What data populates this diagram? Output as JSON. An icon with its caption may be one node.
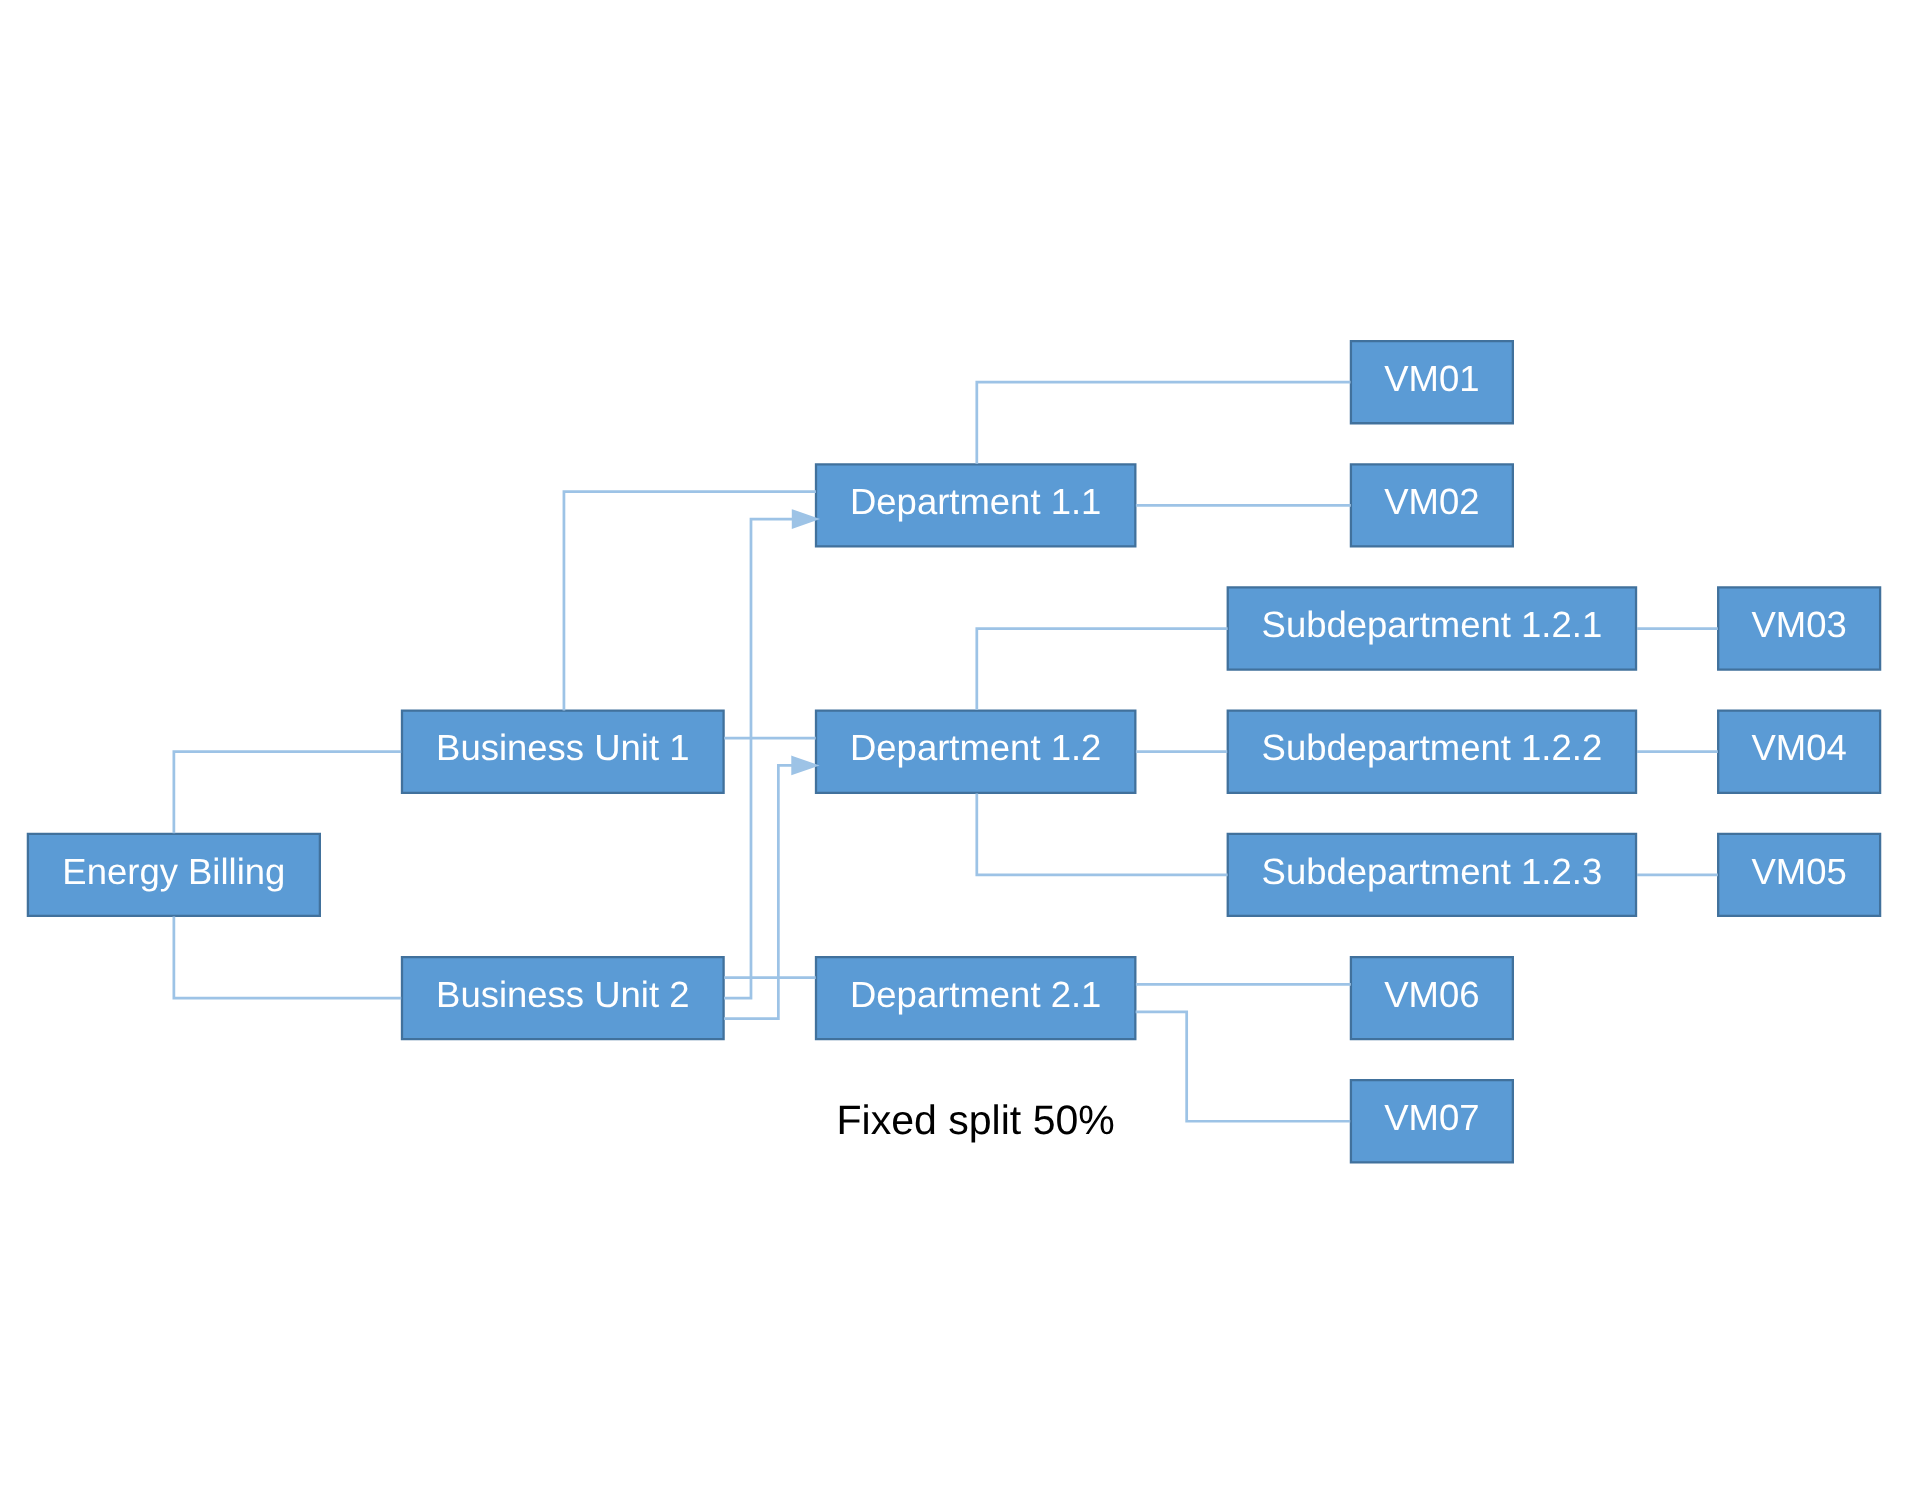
{
  "diagram": {
    "nodes": [
      {
        "text": [
          "Energy Billing"
        ]
      },
      {
        "text": [
          "Business Unit 1"
        ]
      },
      {
        "text": [
          "Department 1.1"
        ]
      },
      {
        "text": [
          "VM01"
        ]
      },
      {
        "text": [
          "VM02"
        ]
      },
      {
        "text": [
          "Department 1.2"
        ]
      },
      {
        "text": [
          "Subdepartment 1.2.1"
        ]
      },
      {
        "text": [
          "VM03"
        ]
      },
      {
        "text": [
          "Subdepartment 1.2.2"
        ]
      },
      {
        "text": [
          "VM04"
        ]
      },
      {
        "text": [
          "Subdepartment 1.2.3"
        ]
      },
      {
        "text": [
          "VM05"
        ]
      },
      {
        "text": [
          "Business Unit 2"
        ]
      },
      {
        "text": [
          "Department 2.1"
        ]
      },
      {
        "text": [
          "VM06"
        ]
      },
      {
        "text": [
          "VM07"
        ]
      }
    ],
    "edges": [
      {
        "from": 0,
        "to": 1,
        "arrow": "none"
      },
      {
        "from": 0,
        "to": 12,
        "arrow": "none"
      },
      {
        "from": 1,
        "to": 2,
        "arrow": "none"
      },
      {
        "from": 1,
        "to": 5,
        "arrow": "none"
      },
      {
        "from": 2,
        "to": 3,
        "arrow": "none"
      },
      {
        "from": 2,
        "to": 4,
        "arrow": "none"
      },
      {
        "from": 5,
        "to": 6,
        "arrow": "none"
      },
      {
        "from": 5,
        "to": 8,
        "arrow": "none"
      },
      {
        "from": 5,
        "to": 10,
        "arrow": "none"
      },
      {
        "from": 6,
        "to": 7,
        "arrow": "none"
      },
      {
        "from": 8,
        "to": 9,
        "arrow": "none"
      },
      {
        "from": 10,
        "to": 11,
        "arrow": "none"
      },
      {
        "from": 12,
        "to": 13,
        "arrow": "none"
      },
      {
        "from": 13,
        "to": 14,
        "arrow": "none"
      },
      {
        "from": 13,
        "to": 15,
        "arrow": "none"
      },
      {
        "from": 12,
        "to": 2,
        "arrow": "to"
      },
      {
        "from": 12,
        "to": 5,
        "arrow": "to"
      }
    ],
    "labels": [
      "Fixed split 50%"
    ]
  }
}
